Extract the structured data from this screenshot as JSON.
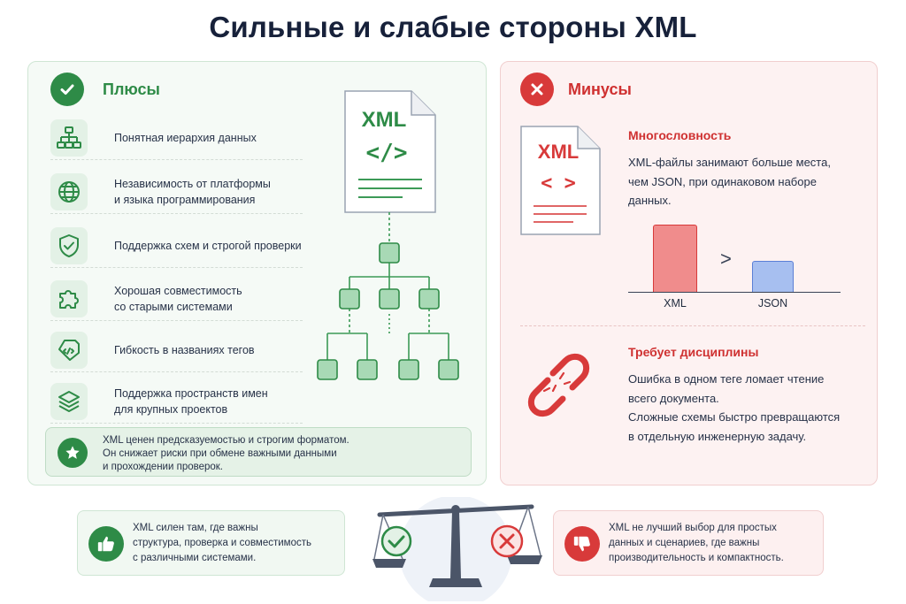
{
  "title": "Сильные и слабые стороны XML",
  "pros": {
    "heading": "Плюсы",
    "items": [
      {
        "icon": "hierarchy-icon",
        "line1": "Понятная иерархия данных",
        "line2": ""
      },
      {
        "icon": "globe-icon",
        "line1": "Независимость от платформы",
        "line2": "и языка программирования"
      },
      {
        "icon": "shield-check-icon",
        "line1": "Поддержка схем и строгой проверки",
        "line2": ""
      },
      {
        "icon": "puzzle-icon",
        "line1": "Хорошая совместимость",
        "line2": "со старыми системами"
      },
      {
        "icon": "code-tag-icon",
        "line1": "Гибкость в названиях тегов",
        "line2": ""
      },
      {
        "icon": "layers-icon",
        "line1": "Поддержка пространств имен",
        "line2": "для крупных проектов"
      }
    ],
    "note": {
      "line1": "XML ценен предсказуемостью и строгим форматом.",
      "line2": "Он снижает риски при обмене важными данными",
      "line3": "и прохождении проверок."
    },
    "doc_label": "XML",
    "doc_code": "</>"
  },
  "cons": {
    "heading": "Минусы",
    "doc_label": "XML",
    "doc_code": "< >",
    "verbosity": {
      "title": "Многословность",
      "line1": "XML-файлы занимают больше места,",
      "line2": "чем JSON, при одинаковом наборе",
      "line3": "данных."
    },
    "discipline": {
      "title": "Требует дисциплины",
      "line1": "Ошибка в одном теге ломает чтение",
      "line2": "всего документа.",
      "line3": "Сложные схемы быстро превращаются",
      "line4": "в отдельную инженерную задачу."
    },
    "size_chart": {
      "bars": [
        {
          "label": "XML",
          "level": 1.0,
          "color": "#f08c8c"
        },
        {
          "label": "JSON",
          "level": 0.46,
          "color": "#a7bff0"
        }
      ],
      "comparison": ">"
    }
  },
  "bottom": {
    "left": {
      "line1": "XML силен там, где важны",
      "line2": "структура, проверка и совместимость",
      "line3": "с различными системами."
    },
    "right": {
      "line1": "XML не лучший выбор для простых",
      "line2": "данных и сценариев, где важны",
      "line3": "производительность и компактность."
    }
  },
  "colors": {
    "green": "#2e8b47",
    "green_light": "#e3f1e6",
    "red": "#d83a3a",
    "red_light": "#fdf2f2",
    "navy": "#17213a"
  }
}
